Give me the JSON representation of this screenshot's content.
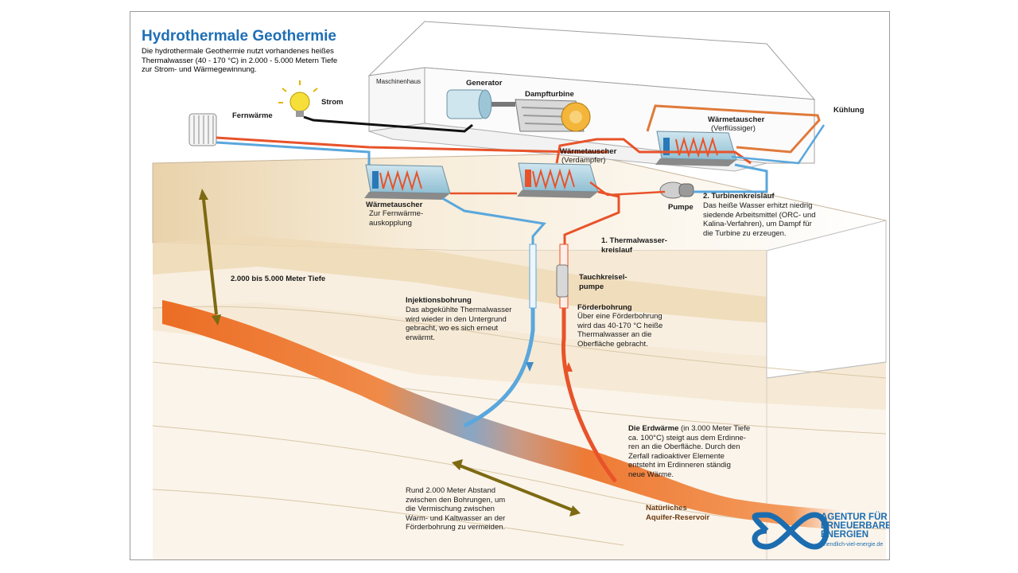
{
  "title": "Hydrothermale Geothermie",
  "intro": "Die hydrothermale Geothermie nutzt vorhandenes heißes\nThermalwasser (40 - 170 °C) in 2.000 - 5.000 Metern Tiefe\nzur Strom- und Wärmegewinnung.",
  "labels": {
    "maschinenhaus": "Maschinenhaus",
    "generator": "Generator",
    "dampfturbine": "Dampfturbine",
    "strom": "Strom",
    "fernwaerme": "Fernwärme",
    "kuehlung": "Kühlung",
    "wt_verfluessiger_title": "Wärmetauscher",
    "wt_verfluessiger_sub": "(Verflüssiger)",
    "wt_verdampfer_title": "Wärmetauscher",
    "wt_verdampfer_sub": "(Verdampfer)",
    "wt_fern_title": "Wärmetauscher",
    "wt_fern_sub": "Zur Fernwärme-\nauskopplung",
    "pumpe": "Pumpe",
    "turbinenkreislauf_title": "2. Turbinenkreislauf",
    "turbinenkreislauf_text": "Das heiße Wasser erhitzt niedrig\nsiedende Arbeitsmittel (ORC- und\nKalina-Verfahren), um Dampf für\ndie Turbine zu erzeugen.",
    "thermalwasserkreislauf": "1. Thermalwasser-\nkreislauf",
    "tiefe": "2.000 bis 5.000 Meter Tiefe",
    "tauchkreiselpumpe": "Tauchkreisel-\npumpe",
    "injektion_title": "Injektionsbohrung",
    "injektion_text": "Das abgekühlte Thermalwasser\nwird wieder in den Untergrund\ngebracht, wo es sich erneut\nerwärmt.",
    "foerder_title": "Förderbohrung",
    "foerder_text": "Über eine Förderbohrung\nwird das 40-170 °C heiße\nThermalwasser an die\nOberfläche gebracht.",
    "erdwaerme_bold": "Die Erdwärme",
    "erdwaerme_text": " (in 3.000 Meter Tiefe\nca. 100°C) steigt aus dem Erdinne-\nren an die Oberfläche. Durch den\nZerfall radioaktiver Elemente\nentsteht im Erdinneren ständig\nneue Wärme.",
    "abstand": "Rund 2.000 Meter Abstand\nzwischen den Bohrungen, um\ndie Vermischung zwischen\nWarm- und Kaltwasser an der\nFörderbohrung zu vermeiden.",
    "aquifer": "Natürliches\nAquifer-Reservoir"
  },
  "logo": {
    "name": "AGENTUR FÜR\nERNEUERBARE\nENERGIEN",
    "url": "unendlich-viel-energie.de"
  },
  "colors": {
    "title_blue": "#1f6fb5",
    "hot_red": "#e8532a",
    "cold_blue": "#5aa7dc",
    "reservoir_orange": "#ec6d24",
    "arrow_olive": "#7d6a12",
    "ground_beige": "#f1dfc2"
  }
}
